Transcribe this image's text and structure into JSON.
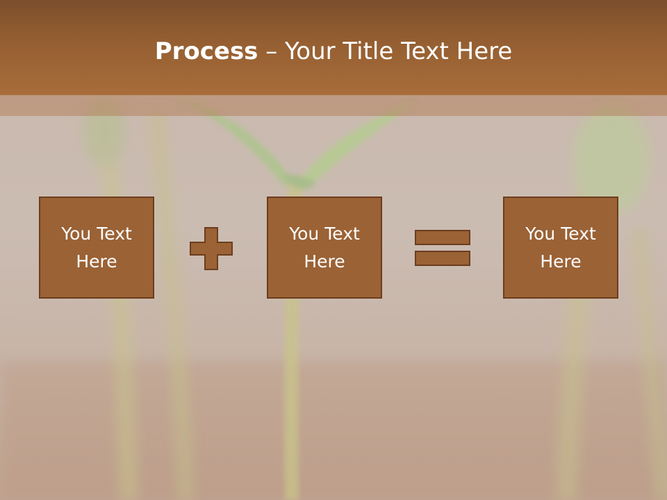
{
  "slide": {
    "title_bold": "Process",
    "title_rest": " – Your Title Text Here"
  },
  "process": {
    "steps": [
      {
        "text": "You Text Here"
      },
      {
        "text": "You Text Here"
      },
      {
        "text": "You Text Here"
      }
    ],
    "operators": [
      {
        "icon": "plus-icon"
      },
      {
        "icon": "equals-icon"
      }
    ]
  },
  "colors": {
    "title_bar": "#955f32",
    "box_fill": "#9b6235",
    "box_border": "#6b3d1d",
    "text": "#ffffff"
  }
}
